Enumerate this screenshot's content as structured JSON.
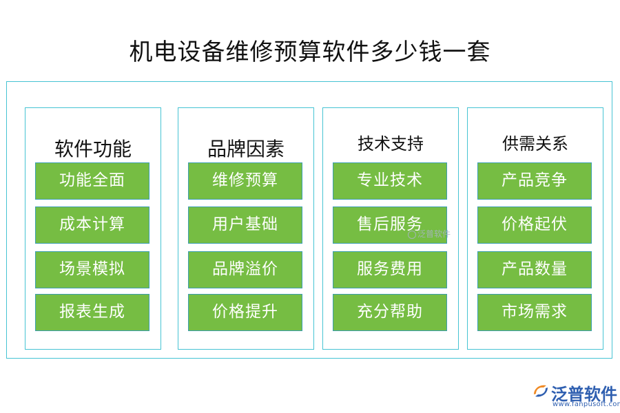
{
  "title": "机电设备维修预算软件多少钱一套",
  "columns": [
    {
      "heading": "软件功能",
      "items": [
        "功能全面",
        "成本计算",
        "场景模拟",
        "报表生成"
      ]
    },
    {
      "heading": "品牌因素",
      "items": [
        "维修预算",
        "用户基础",
        "品牌溢价",
        "价格提升"
      ]
    },
    {
      "heading": "技术支持",
      "items": [
        "专业技术",
        "售后服务",
        "服务费用",
        "充分帮助"
      ]
    },
    {
      "heading": "供需关系",
      "items": [
        "产品竞争",
        "价格起伏",
        "产品数量",
        "市场需求"
      ]
    }
  ],
  "watermark": "泛普软件",
  "logo": {
    "name": "泛普软件",
    "url": "www.fanpusoft.com"
  },
  "colors": {
    "border": "#45c3d3",
    "item_fill": "#76bd43",
    "item_text": "#ffffff",
    "logo": "#2f5fb0"
  }
}
